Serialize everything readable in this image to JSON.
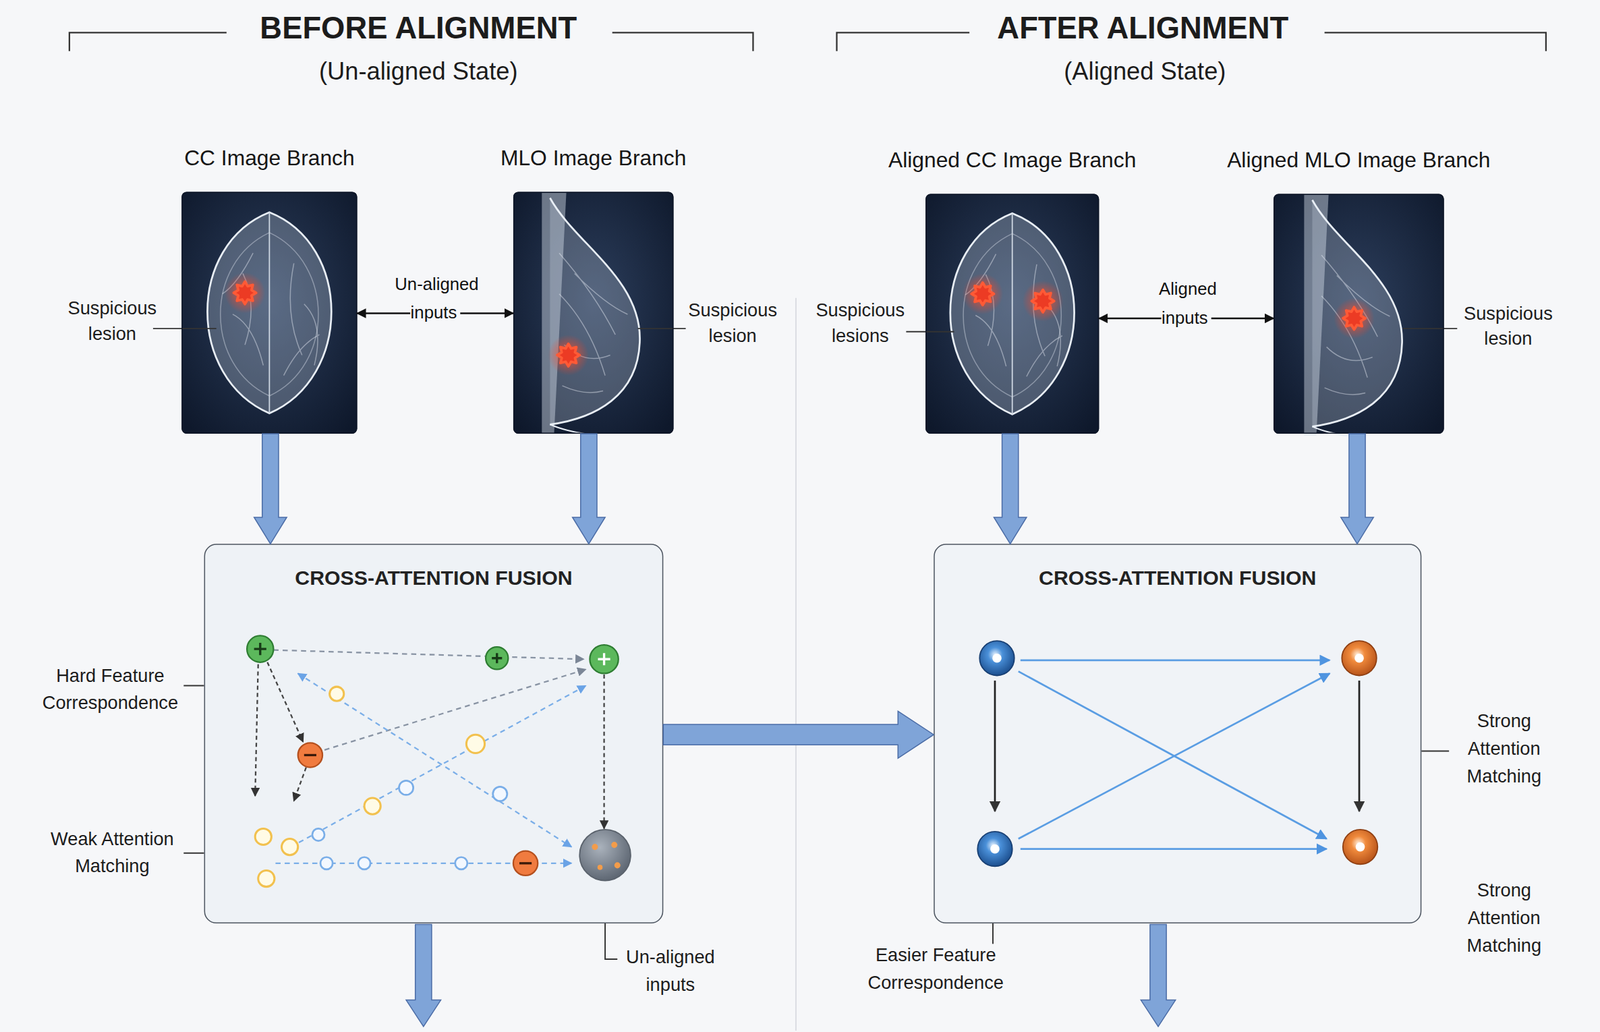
{
  "diagram": {
    "nodes": [
      {
        "text": [
          "CC Image Branch"
        ]
      },
      {
        "text": [
          "MLO Image Branch"
        ]
      },
      {
        "text": [
          "CROSS-ATTENTION FUSION"
        ]
      },
      {
        "text": [
          "Aligned CC Image Branch"
        ]
      },
      {
        "text": [
          "Aligned MLO Image Branch"
        ]
      },
      {
        "text": [
          "CROSS-ATTENTION FUSION"
        ]
      }
    ],
    "edges": [
      {
        "from": 0,
        "to": 1,
        "arrow": "both",
        "label": "Un-aligned inputs"
      },
      {
        "from": 0,
        "to": 2,
        "arrow": "to"
      },
      {
        "from": 1,
        "to": 2,
        "arrow": "to"
      },
      {
        "from": 2,
        "to": 5,
        "arrow": "to"
      },
      {
        "from": 3,
        "to": 4,
        "arrow": "both",
        "label": "Aligned inputs"
      },
      {
        "from": 3,
        "to": 5,
        "arrow": "to"
      },
      {
        "from": 4,
        "to": 5,
        "arrow": "to"
      }
    ],
    "labels": [
      "BEFORE ALIGNMENT",
      "(Un-aligned State)",
      "AFTER ALIGNMENT",
      "(Aligned State)",
      "Suspicious lesion",
      "Suspicious lesion",
      "Suspicious lesions",
      "Suspicious lesion",
      "Hard Feature Correspondence",
      "Weak Attention Matching",
      "Un-aligned inputs",
      "Easier Feature Correspondence",
      "Strong Attention Matching",
      "Strong Attention Matching"
    ]
  }
}
